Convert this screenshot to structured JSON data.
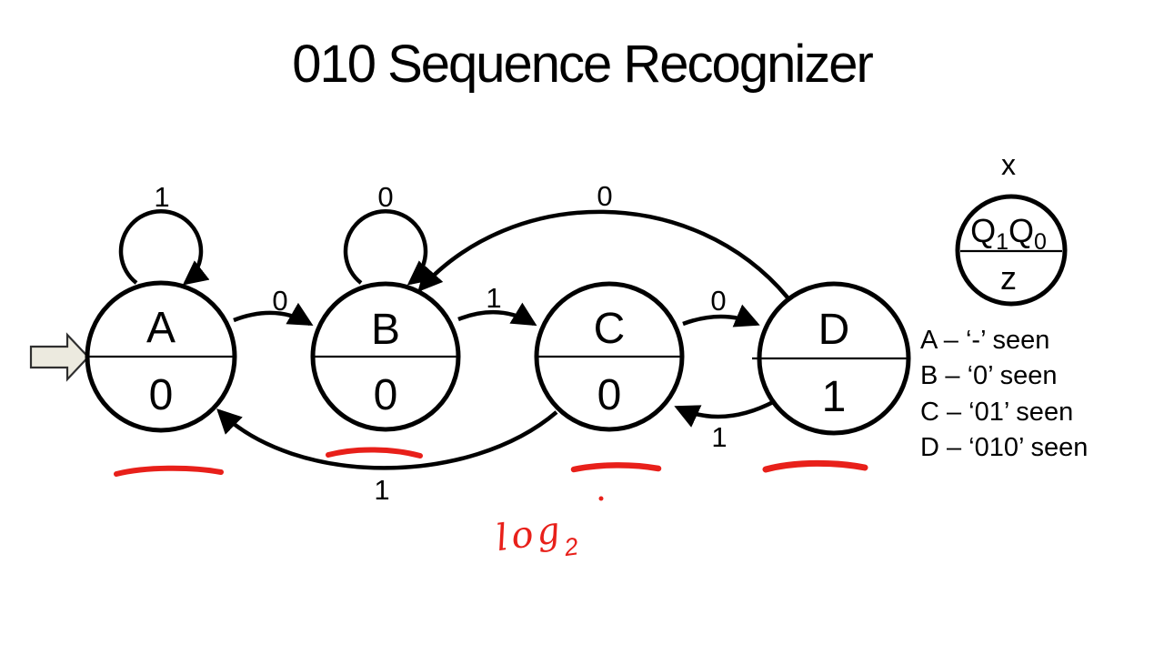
{
  "title": "010 Sequence Recognizer",
  "colors": {
    "ink": "#000000",
    "red": "#e8201a",
    "start_arrow_fill": "#eceadf"
  },
  "states": [
    {
      "id": "A",
      "name": "A",
      "output": "0"
    },
    {
      "id": "B",
      "name": "B",
      "output": "0"
    },
    {
      "id": "C",
      "name": "C",
      "output": "0"
    },
    {
      "id": "D",
      "name": "D",
      "output": "1"
    }
  ],
  "transitions": [
    {
      "from": "A",
      "to": "A",
      "input": "1"
    },
    {
      "from": "B",
      "to": "B",
      "input": "0"
    },
    {
      "from": "A",
      "to": "B",
      "input": "0"
    },
    {
      "from": "B",
      "to": "C",
      "input": "1"
    },
    {
      "from": "C",
      "to": "D",
      "input": "0"
    },
    {
      "from": "D",
      "to": "B",
      "input": "0"
    },
    {
      "from": "D",
      "to": "C",
      "input": "1"
    },
    {
      "from": "C",
      "to": "A",
      "input": "1"
    }
  ],
  "legend_circle": {
    "input_label": "x",
    "q1_base": "Q",
    "q1_sub": "1",
    "q0_base": "Q",
    "q0_sub": "0",
    "output_var": "z"
  },
  "notes": [
    "A – ‘-’ seen",
    "B – ‘0’ seen",
    "C – ‘01’ seen",
    "D – ‘010’ seen"
  ],
  "annotations": {
    "underlined_states": [
      "A",
      "B",
      "C",
      "D"
    ],
    "handwriting_main": "log",
    "handwriting_sub": "2"
  }
}
